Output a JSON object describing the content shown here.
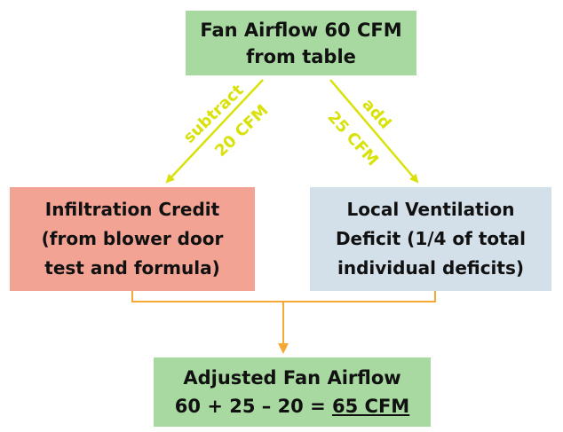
{
  "boxes": {
    "top": {
      "line1": "Fan Airflow 60 CFM",
      "line2": "from table",
      "color": "#a8d9a0"
    },
    "left": {
      "line1": "Infiltration Credit",
      "line2": "(from blower door",
      "line3": "test and formula)",
      "color": "#f2a393"
    },
    "right": {
      "line1": "Local Ventilation",
      "line2": "Deficit (1/4 of total",
      "line3": "individual deficits)",
      "color": "#d3dfe9"
    },
    "bottom": {
      "line1": "Adjusted Fan Airflow",
      "line2_prefix": "60 + 25  – 20 = ",
      "line2_result": "65 CFM",
      "color": "#a8d9a0"
    }
  },
  "arrows": {
    "left_label_1": "subtract",
    "left_label_2": "20 CFM",
    "right_label_1": "add",
    "right_label_2": "25 CFM",
    "yellow_color": "#d8e20a",
    "orange_color": "#f5a833"
  }
}
